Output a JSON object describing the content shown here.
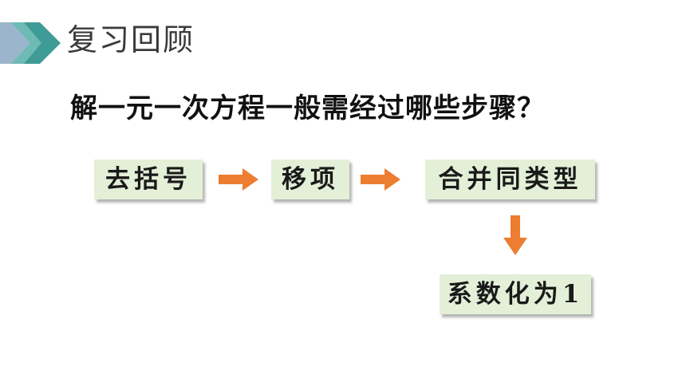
{
  "header": {
    "title": "复习回顾"
  },
  "question": "解一元一次方程一般需经过哪些步骤？",
  "steps": [
    "去括号",
    "移项",
    "合并同类型",
    "系数化为1"
  ],
  "colors": {
    "step_fill": "#e4efd8",
    "arrow": "#ed7d31",
    "icon_dark": "#3f9b95",
    "icon_mid": "#6dbbb4",
    "icon_light": "#9bb6cc"
  }
}
